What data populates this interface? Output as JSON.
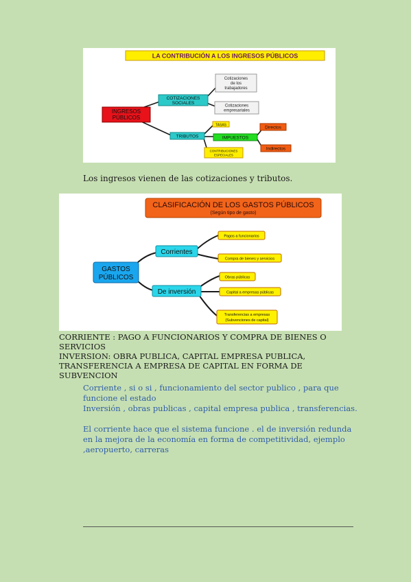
{
  "diagram1": {
    "title": "LA CONTRIBUCIÓN A LOS INGRESOS PÚBLICOS",
    "root": [
      "INGRESOS",
      "PÚBLICOS"
    ],
    "cotizaciones": [
      "COTIZACIONES",
      "SOCIALES"
    ],
    "trab": [
      "Cotizaciones",
      "de los",
      "trabajadores"
    ],
    "emp": [
      "Cotizaciones",
      "empresariales"
    ],
    "tributos": "TRIBUTOS",
    "tasas": "TASAS",
    "impuestos": "IMPUESTOS",
    "contrib": [
      "CONTRIBUCIONES",
      "ESPECIALES"
    ],
    "directos": "Directos",
    "indirectos": "Indirectos"
  },
  "caption1": "Los ingresos vienen de las cotizaciones y tributos.",
  "diagram2": {
    "title": "CLASIFICACIÓN DE LOS GASTOS PÚBLICOS",
    "subtitle": "(Según tipo de gasto)",
    "root": [
      "GASTOS",
      "PÚBLICOS"
    ],
    "corrientes": "Corrientes",
    "inversion": "De inversión",
    "pagos": "Pagos a funcionarios",
    "compra": "Compra de bienes y servicios",
    "obras": "Obras públicas",
    "capital": "Capital a empresas públicas",
    "transf": [
      "Transferencias a empresas",
      "(Subvenciones de capital)"
    ]
  },
  "black_text": {
    "line1": "CORRIENTE : PAGO A FUNCIONARIOS Y COMPRA DE BIENES O SERVICIOS",
    "line2": "INVERSION: OBRA PUBLICA, CAPITAL EMPRESA PUBLICA, TRANSFERENCIA A EMPRESA DE CAPITAL EN FORMA DE SUBVENCION"
  },
  "blue_text": {
    "p1": "Corriente , si o si , funcionamiento del sector publico , para que funcione el estado",
    "p2": "Inversión , obras publicas , capital empresa publica , transferencias.",
    "p3": "El corriente hace que el sistema funcione . el de inversión redunda en la mejora de la economía en forma de competitividad, ejemplo ,aeropuerto, carreras"
  }
}
